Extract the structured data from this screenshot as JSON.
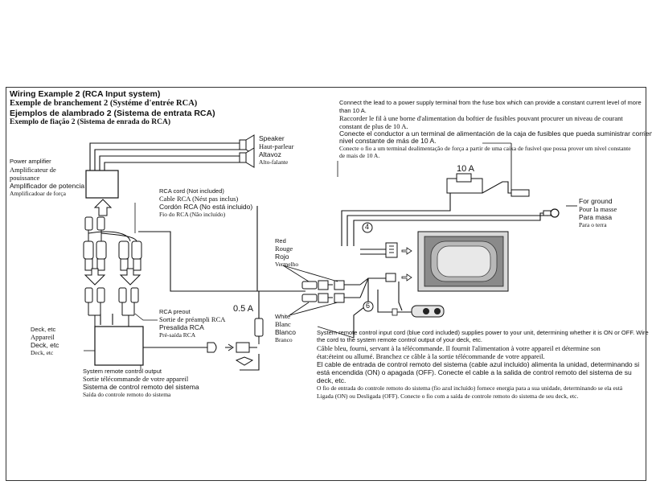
{
  "header": {
    "title_en": "Wiring Example 2 (RCA  Input system)",
    "title_fr": "Exemple de branchement 2 (Systéme d'entrée  RCA)",
    "title_es": "Ejemplos de alambrado 2 (Sistema de entrata   RCA)",
    "title_pt": "Exemplo de fiação 2 (Sistema de enrada  do  RCA)"
  },
  "speaker": {
    "en": "Speaker",
    "fr": "Haut-parleur",
    "es": "Altavoz",
    "pt": "Alto-falante"
  },
  "power_amplifier": {
    "en": "Power amplifier",
    "fr1": "Amplificateur de",
    "fr2": "pouissance",
    "es": "Amplificador de potencia",
    "pt": "Amplificadoar de força"
  },
  "rca_cord": {
    "en": "RCA cord (Not included)",
    "fr": "Cable RCA (Nést pas inclus)",
    "es": "Cordón RCA (No está incluido)",
    "pt": "Fio do RCA (Não incluído)"
  },
  "power_note": {
    "en1": "Connect the lead to a power supply terminal from the fuse box which can provide a constant current level of more",
    "en2": "than 10 A.",
    "fr1": "Raccorder le fil à une borne d'alimentation du boftier de fusibles pouvant procurer un niveau de courant",
    "fr2": "constant de plus de 10 A.",
    "es1": "Conecte el conductor a un terminal de alimentación de la caja de fusibles que pueda suministrar corriente con",
    "es2": "nivel constante de más de 10 A.",
    "pt1": "Conecte o fio a um terminal dealimentação de força a partir de uma caixa de fusível que possa prover um nível constante",
    "pt2": "de mais de 10 A."
  },
  "fuse_10a": "10 A",
  "ground": {
    "en": "For ground",
    "fr": "Pour la masse",
    "es": "Para masa",
    "pt": "Para o terra"
  },
  "marker_4": "4",
  "marker_6": "6",
  "red": {
    "en": "Red",
    "fr": "Rouge",
    "es": "Rojo",
    "pt": "Vermelho"
  },
  "white": {
    "en": "White",
    "fr": "Blanc",
    "es": "Blanco",
    "pt": "Branco"
  },
  "fuse_05a": "0.5 A",
  "rca_preout": {
    "en": "RCA preout",
    "fr": "Sortie de préampli RCA",
    "es": "Presalida RCA",
    "pt": "Pré-saída RCA"
  },
  "deck": {
    "en": "Deck, etc",
    "fr": "Appareil",
    "es": "Deck, etc",
    "pt": "Deck,  etc"
  },
  "remote_output": {
    "en": "System remote control output",
    "fr": "Sortie télécommande de votre appareil",
    "es": "Sistema de control  remoto del sistema",
    "pt": "Saída do controle remoto do sistema"
  },
  "remote_input_note": {
    "en1": "System remote control input cord (blue cord included) supplies power to your unit, determining whether it is ON or OFF. Wire",
    "en2": "the cord to the system remote control output of your deck, etc.",
    "fr1": "Câble bleu, fourni, servant à la télécommande. Il fournit l'alimentation à votre appareil et détermine son",
    "fr2": "état:éteint ou allumé. Branchez ce câble à la sortie télécommande de votre appareil.",
    "es1": "El cable de entrada de control remoto del sistema (cable azul incluido) alimenta la unidad, determinando si",
    "es2": "está encendida (ON) o apagada (OFF). Conecte el cable a la salida de control remoto del sistema de su",
    "es3": "deck, etc.",
    "pt1": "O fio de entrada do controle remoto do sistema (fio azul incluído) fornece energia para a sua unidade, determinando se ela está",
    "pt2": "Ligada (ON) ou Desligada (OFF). Conecte o fio com a saída de controle remoto do sistema de seu deck, etc."
  }
}
